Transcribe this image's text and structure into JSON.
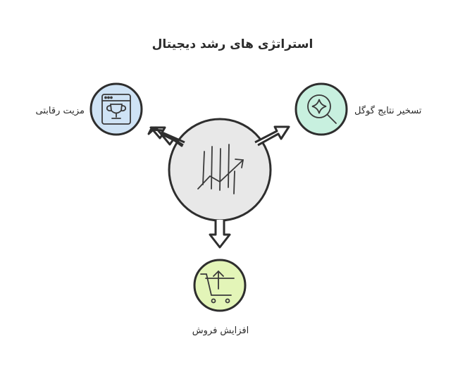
{
  "title": "استراتژی های رشد دیجیتال",
  "nodes": [
    {
      "label": "مزیت رقابتی",
      "icon": "trophy-browser-icon",
      "color": "#cfe3f5"
    },
    {
      "label": "تسخیر نتایج گوگل",
      "icon": "search-sparkle-icon",
      "color": "#c8f0df"
    },
    {
      "label": "افزایش فروش",
      "icon": "cart-up-arrow-icon",
      "color": "#e3f5b8"
    }
  ],
  "center": {
    "icon": "growth-chart-icon",
    "color": "#e8e8e8"
  }
}
